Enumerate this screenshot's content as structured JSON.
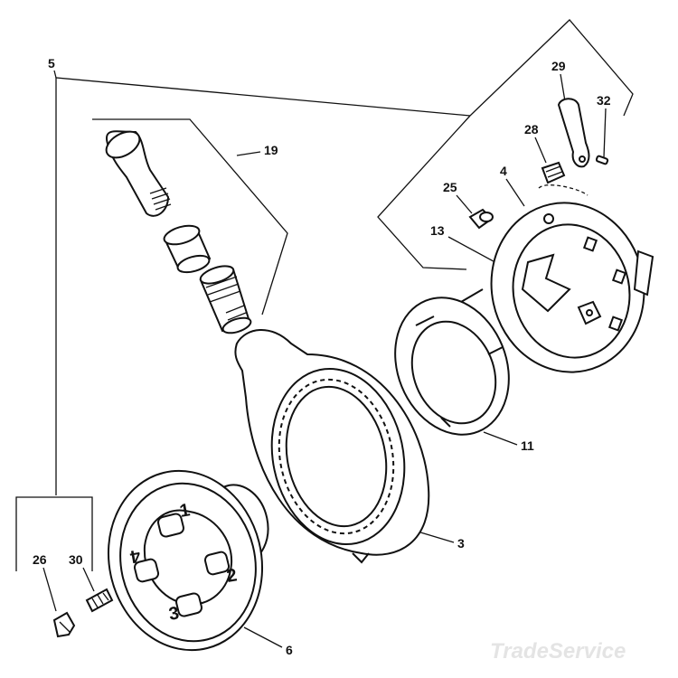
{
  "diagram": {
    "callouts": [
      {
        "id": "5",
        "label": "5"
      },
      {
        "id": "19",
        "label": "19"
      },
      {
        "id": "29",
        "label": "29"
      },
      {
        "id": "32",
        "label": "32"
      },
      {
        "id": "28",
        "label": "28"
      },
      {
        "id": "4",
        "label": "4"
      },
      {
        "id": "25",
        "label": "25"
      },
      {
        "id": "13",
        "label": "13"
      },
      {
        "id": "11",
        "label": "11"
      },
      {
        "id": "3",
        "label": "3"
      },
      {
        "id": "26",
        "label": "26"
      },
      {
        "id": "30",
        "label": "30"
      },
      {
        "id": "6",
        "label": "6"
      }
    ],
    "die_head_numbers": [
      "1",
      "2",
      "3",
      "4"
    ],
    "watermark": "TradeService"
  }
}
